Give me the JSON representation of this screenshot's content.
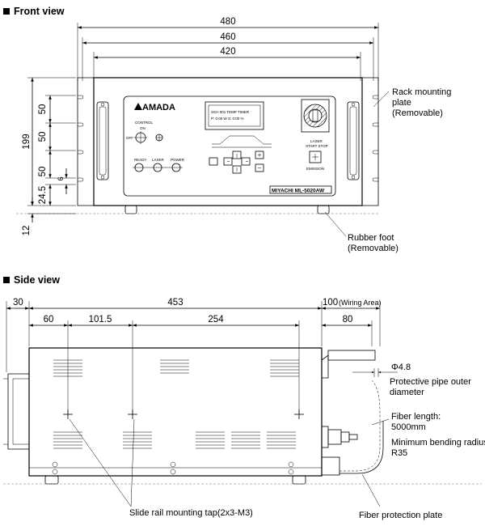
{
  "front_view": {
    "title": "Front view",
    "widths": [
      "480",
      "460",
      "420"
    ],
    "heights": [
      "50",
      "50",
      "50",
      "24.5",
      "6",
      "199",
      "12"
    ],
    "rack_label": [
      "Rack mounting",
      "plate",
      "(Removable)"
    ],
    "foot_label": [
      "Rubber foot",
      "(Removable)"
    ],
    "brand": "AMADA",
    "model": "MIYACHI ML-5020AW",
    "panel_labels": {
      "control": "CONTROL",
      "on": "ON",
      "off": "OFF",
      "ready": "READY",
      "laser": "LASER",
      "power": "POWER",
      "start_stop": "START STOP",
      "emission": "EMISSION"
    },
    "display_lines": [
      "SCH 001 TEMP TIMER",
      "P: 0.00 W S: 0.00 %"
    ]
  },
  "side_view": {
    "title": "Side view",
    "top_dims": [
      "30",
      "453",
      "100",
      "(Wiring Area)"
    ],
    "mid_dims": [
      "60",
      "101.5",
      "254",
      "80"
    ],
    "phi": "Φ4.8",
    "pipe_label": [
      "Protective pipe outer",
      "diameter"
    ],
    "fiber_label": [
      "Fiber length:",
      "5000mm",
      "Minimum bending radius:",
      "R35"
    ],
    "tap_label": "Slide rail mounting tap(2x3-M3)",
    "plate_label": "Fiber protection plate"
  }
}
